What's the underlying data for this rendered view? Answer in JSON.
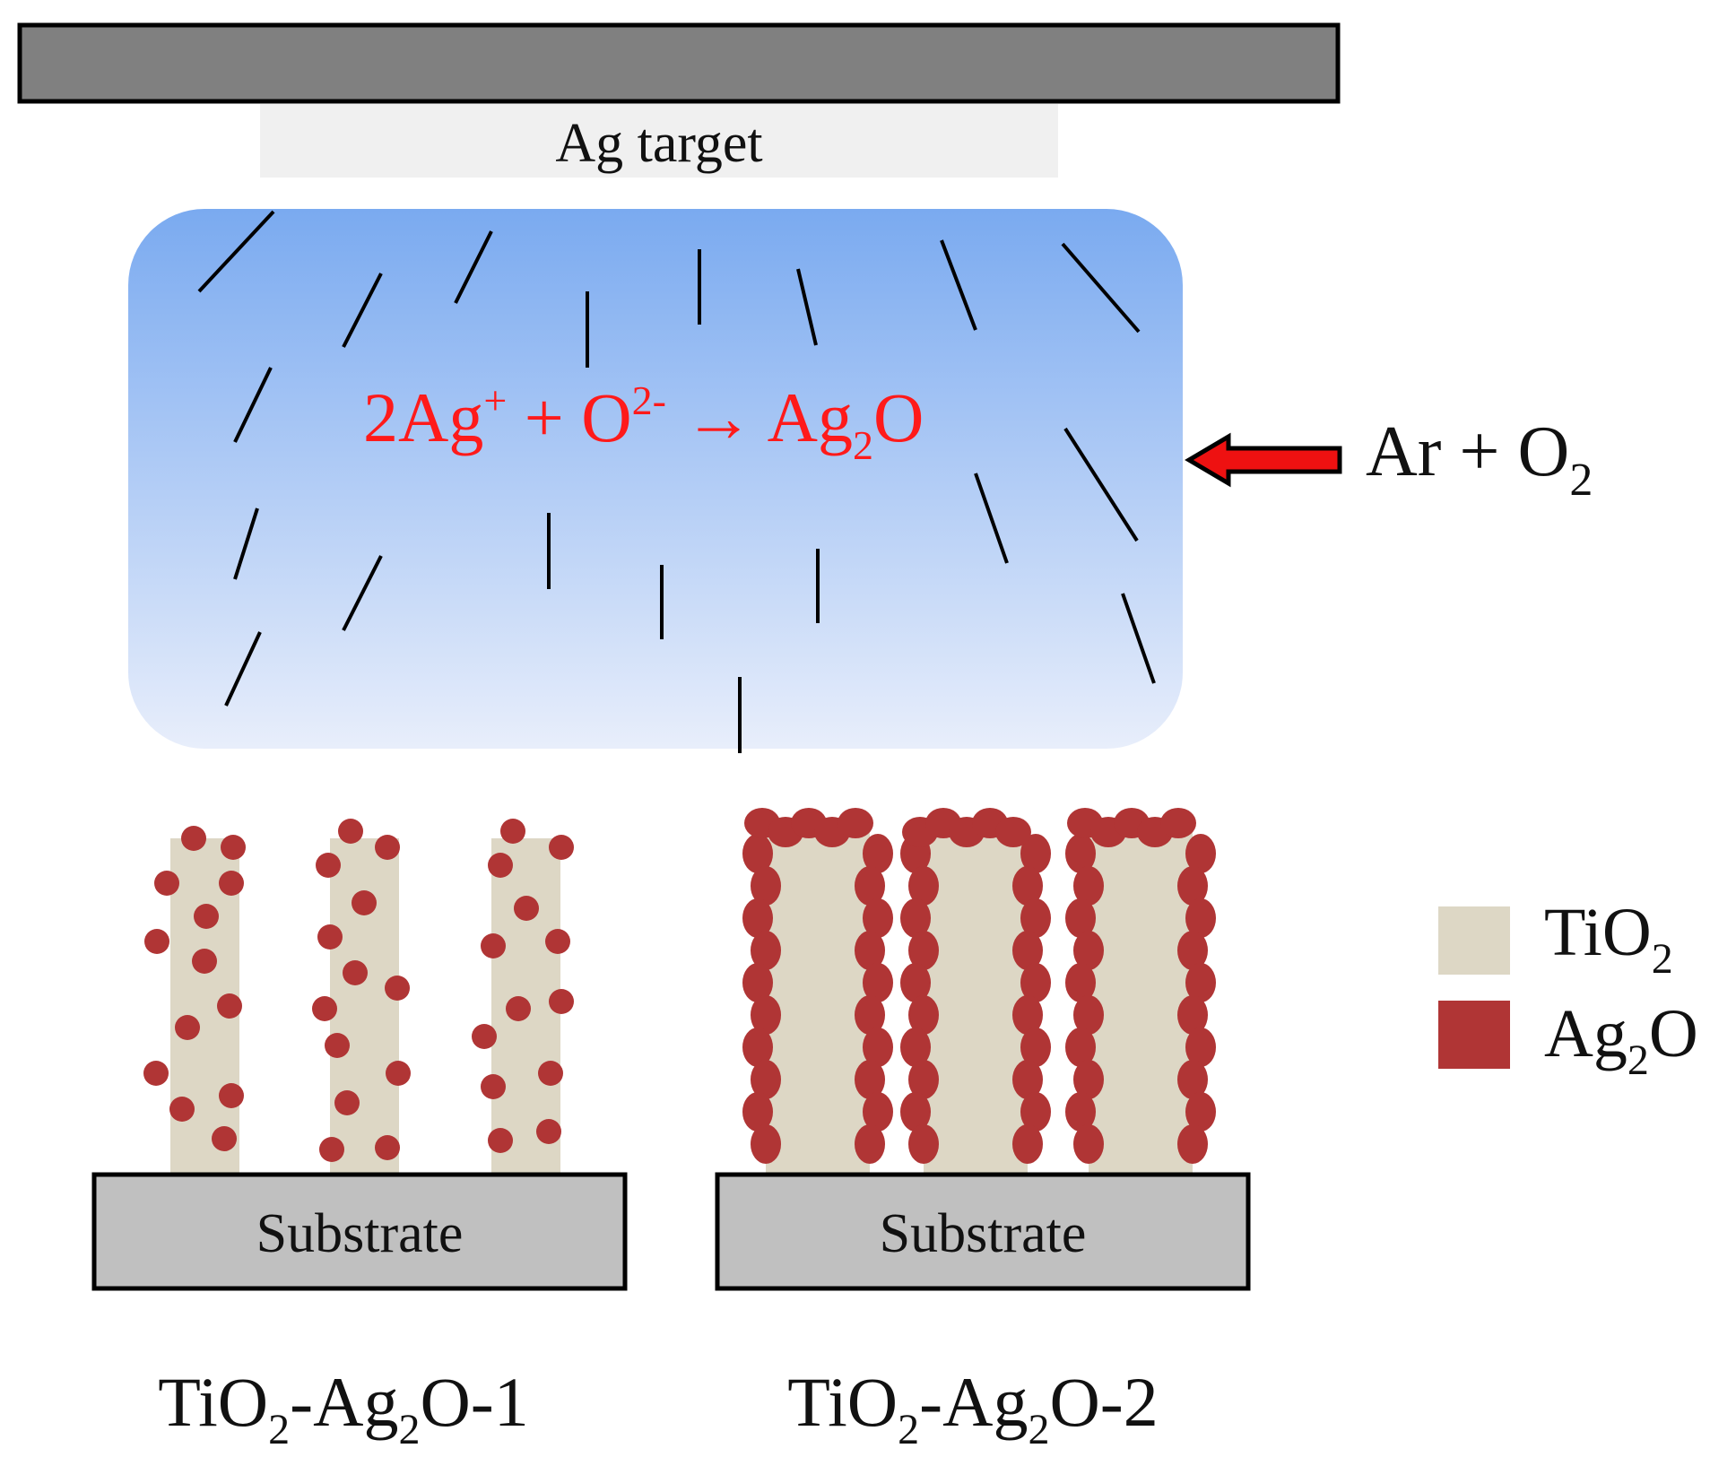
{
  "target": {
    "label": "Ag target",
    "bar_color": "#808080",
    "label_bg": "#f0f0f0"
  },
  "plasma": {
    "reaction": {
      "part1": "2Ag",
      "sup1": "+",
      "part2": " + O",
      "sup2": "2-",
      "arrow": " → ",
      "part3": "Ag",
      "sub3": "2",
      "part4": "O"
    },
    "reaction_color": "#ff1a1a",
    "gradient_top": "#7aaaf0",
    "gradient_bottom": "#e8eefb"
  },
  "gas_inlet": {
    "label_main": "Ar + O",
    "label_sub": "2",
    "arrow_color": "#ee1111"
  },
  "substrates": [
    {
      "label": "Substrate"
    },
    {
      "label": "Substrate"
    }
  ],
  "samples": [
    {
      "name_a": "TiO",
      "sub_a": "2",
      "name_b": "-Ag",
      "sub_b": "2",
      "name_c": "O-1",
      "coverage": "sparse"
    },
    {
      "name_a": "TiO",
      "sub_a": "2",
      "name_b": "-Ag",
      "sub_b": "2",
      "name_c": "O-2",
      "coverage": "dense"
    }
  ],
  "legend": {
    "items": [
      {
        "label": "TiO",
        "sub": "2",
        "color": "#ddd7c5"
      },
      {
        "label": "Ag",
        "sub": "2",
        "tail": "O",
        "color": "#b03535"
      }
    ]
  },
  "colors": {
    "tio2": "#ddd7c5",
    "ag2o": "#b03535",
    "substrate": "#c0c0c0"
  }
}
